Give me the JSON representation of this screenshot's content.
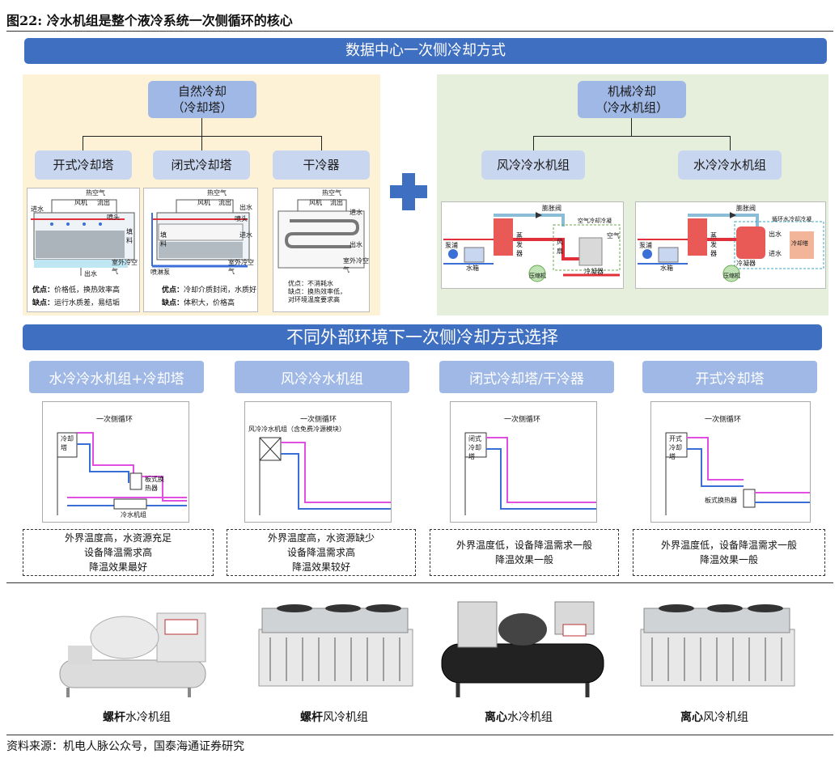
{
  "figure": {
    "title": "图22:  冷水机组是整个液冷系统一次侧循环的核心",
    "source": "资料来源：机电人脉公众号，国泰海通证券研究"
  },
  "section1": {
    "banner": "数据中心一次侧冷却方式",
    "left": {
      "root_line1": "自然冷却",
      "root_line2": "（冷却塔）",
      "children": [
        "开式冷却塔",
        "闭式冷却塔",
        "干冷器"
      ],
      "open_tower": {
        "labels": [
          "热空气",
          "风机",
          "流出",
          "进水",
          "喷头",
          "填料",
          "出水",
          "室外冷空气"
        ],
        "pros_tag": "优点：",
        "pros": "价格低，换热效率高",
        "cons_tag": "缺点：",
        "cons": "运行水质差，易结垢"
      },
      "closed_tower": {
        "labels": [
          "热空气",
          "风机",
          "流出",
          "出水",
          "喷头",
          "填料",
          "进水",
          "喷淋泵",
          "室外冷空气"
        ],
        "pros_tag": "优点：",
        "pros": "冷却介质封闭，水质好",
        "cons_tag": "缺点：",
        "cons": "体积大，价格高"
      },
      "dry_cooler": {
        "labels": [
          "热空气",
          "风机",
          "流出",
          "进水",
          "出水",
          "室外冷空气"
        ],
        "pros": "优点：不消耗水",
        "cons": "缺点：换热效率低，",
        "cons2": "对环境温度要求高"
      }
    },
    "plus_icon": "plus-icon",
    "right": {
      "root_line1": "机械冷却",
      "root_line2": "（冷水机组）",
      "children": [
        "风冷冷水机组",
        "水冷冷水机组"
      ],
      "air_chiller": {
        "labels": [
          "膨胀阀",
          "空气冷却冷凝",
          "泵浦",
          "水箱",
          "蒸发器",
          "风扇",
          "冷凝器",
          "压缩机",
          "空气"
        ]
      },
      "water_chiller": {
        "labels": [
          "膨胀阀",
          "循环水冷却冷凝",
          "泵浦",
          "水箱",
          "蒸发器",
          "出水",
          "进水",
          "冷凝器",
          "冷却塔",
          "压缩机"
        ]
      }
    }
  },
  "section2": {
    "banner": "不同外部环境下一次侧冷却方式选择",
    "options": [
      {
        "title": "水冷冷水机组+冷却塔",
        "diagram_title": "一次侧循环",
        "labels": [
          "冷却塔",
          "板式换热器",
          "冷水机组"
        ],
        "notes": [
          "外界温度高，水资源充足",
          "设备降温需求高",
          "降温效果最好"
        ]
      },
      {
        "title": "风冷冷水机组",
        "diagram_title": "一次侧循环",
        "labels": [
          "风冷冷水机组（含免费冷源模块）"
        ],
        "notes": [
          "外界温度高，水资源缺少",
          "设备降温需求高",
          "降温效果较好"
        ]
      },
      {
        "title": "闭式冷却塔/干冷器",
        "diagram_title": "一次侧循环",
        "labels": [
          "闭式冷却塔"
        ],
        "notes": [
          "外界温度低，设备降温需求一般",
          "降温效果一般"
        ]
      },
      {
        "title": "开式冷却塔",
        "diagram_title": "一次侧循环",
        "labels": [
          "开式冷却塔",
          "板式换热器"
        ],
        "notes": [
          "外界温度低，设备降温需求一般",
          "降温效果一般"
        ]
      }
    ]
  },
  "products": [
    {
      "bold": "螺杆",
      "rest": "水冷机组"
    },
    {
      "bold": "螺杆",
      "rest": "风冷机组"
    },
    {
      "bold": "离心",
      "rest": "水冷机组"
    },
    {
      "bold": "离心",
      "rest": "风冷机组"
    }
  ],
  "colors": {
    "banner": "#3f6fc1",
    "node": "#9fb8e6",
    "left_panel": "#fdf1d6",
    "right_panel": "#e6efdc",
    "hot_pipe": "#e2303a",
    "cold_pipe": "#3a6fd8",
    "magenta": "#e04fe0"
  }
}
